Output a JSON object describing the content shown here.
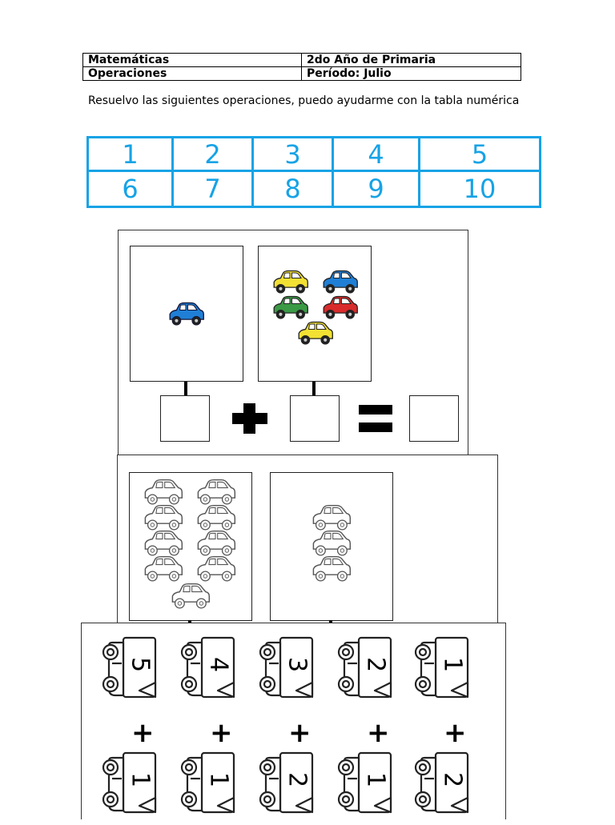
{
  "header": {
    "subject": "Matemáticas",
    "grade": "2do Año de Primaria",
    "topic": "Operaciones",
    "period": "Período: Julio"
  },
  "instruction": "Resuelvo las siguientes operaciones, puedo ayudarme con la tabla numérica",
  "number_table": {
    "row1": [
      "1",
      "2",
      "3",
      "4",
      "5"
    ],
    "row2": [
      "6",
      "7",
      "8",
      "9",
      "10"
    ],
    "color": "#16a3e6"
  },
  "exercise1": {
    "left_cars": 1,
    "right_cars": 5,
    "car_colors": [
      "#f2e033",
      "#1f7fd6",
      "#3a9a45",
      "#d92b2b",
      "#f2e033"
    ],
    "operator": "+",
    "equals": "="
  },
  "exercise2": {
    "left_cars": 9,
    "right_cars": 3
  },
  "exercise3": {
    "top_numbers": [
      "5",
      "4",
      "3",
      "2",
      "1"
    ],
    "operator": "+",
    "bottom_numbers": [
      "1",
      "1",
      "2",
      "1",
      "2"
    ]
  }
}
